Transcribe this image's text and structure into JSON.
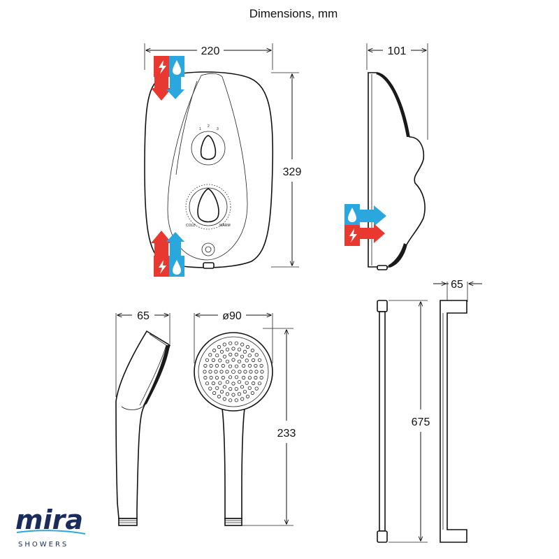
{
  "title": "Dimensions, mm",
  "dimensions": {
    "unit_width": "220",
    "unit_height": "329",
    "unit_depth": "101",
    "handset_depth": "65",
    "handset_diameter": "ø90",
    "handset_length": "233",
    "rail_depth": "65",
    "rail_length": "675"
  },
  "logo": {
    "brand": "mira",
    "sub": "SHOWERS"
  },
  "colors": {
    "water": "#2aa7dc",
    "electric": "#e8382f",
    "line": "#111111"
  },
  "icons": [
    "lightning-icon",
    "water-drop-icon",
    "arrow-down-icon",
    "arrow-up-icon",
    "arrow-right-icon"
  ]
}
